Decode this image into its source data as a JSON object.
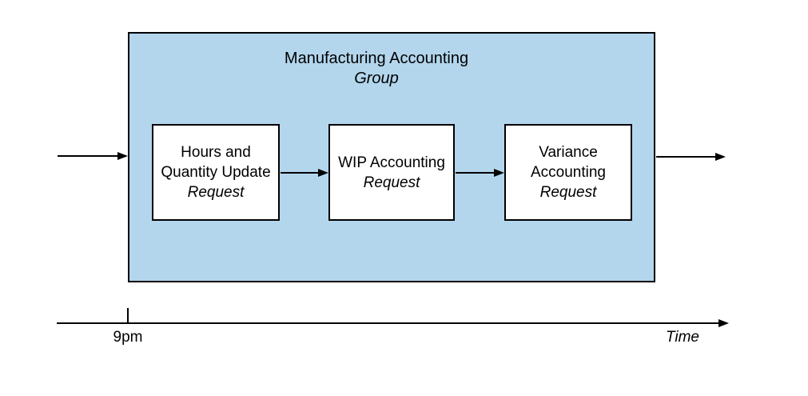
{
  "diagram": {
    "group": {
      "title": "Manufacturing Accounting",
      "subtitle": "Group",
      "fill_color": "#b3d6ed",
      "border_color": "#000000"
    },
    "nodes": [
      {
        "line1": "Hours and",
        "line2": "Quantity Update",
        "request": "Request"
      },
      {
        "line1": "WIP Accounting",
        "request": "Request"
      },
      {
        "line1": "Variance",
        "line2": "Accounting",
        "request": "Request"
      }
    ],
    "timeline": {
      "tick_label": "9pm",
      "axis_label": "Time"
    }
  }
}
